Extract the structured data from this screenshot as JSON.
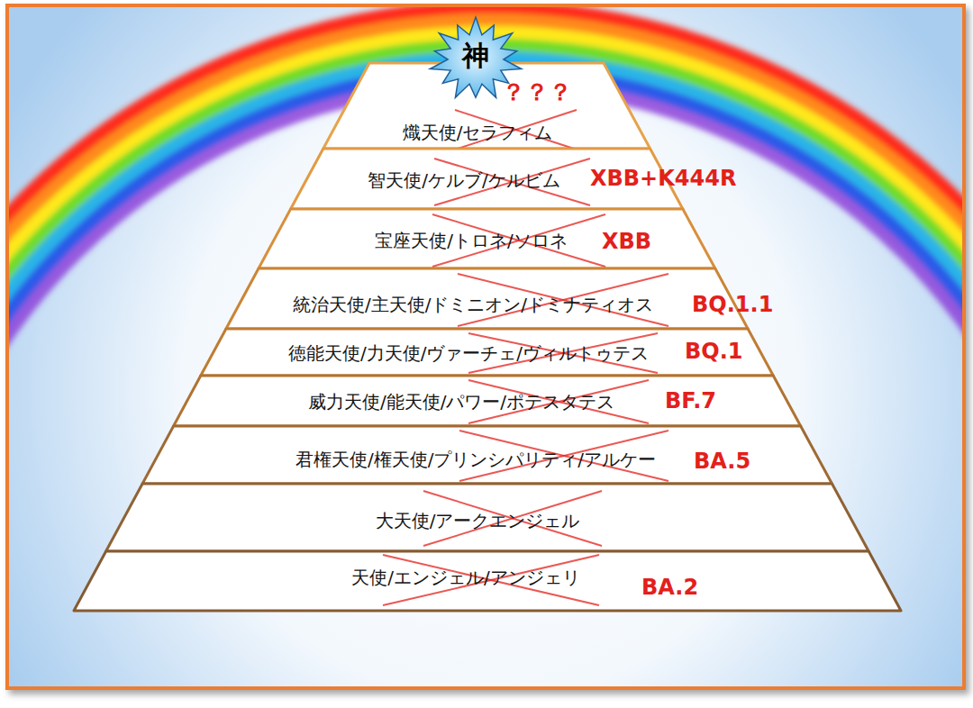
{
  "diagram": {
    "nodes": [
      {
        "text": [
          "神"
        ]
      },
      {
        "text": [
          "熾天使/セラフィム",
          "？？？"
        ]
      },
      {
        "text": [
          "智天使/ケルブ/ケルビム",
          "XBB+K444R"
        ]
      },
      {
        "text": [
          "宝座天使/トロネ/ソロネ",
          "XBB"
        ]
      },
      {
        "text": [
          "統治天使/主天使/ドミニオン/ドミナティオス",
          "BQ.1.1"
        ]
      },
      {
        "text": [
          "徳能天使/力天使/ヴァーチェ/ヴィルトゥテス",
          "BQ.1"
        ]
      },
      {
        "text": [
          "威力天使/能天使/パワー/ポテスタテス",
          "BF.7"
        ]
      },
      {
        "text": [
          "君権天使/権天使/プリンシパリティ/アルケー",
          "BA.5"
        ]
      },
      {
        "text": [
          "大天使/アークエンジェル"
        ]
      },
      {
        "text": [
          "天使/エンジェル/アンジェリ",
          "BA.2"
        ]
      }
    ]
  }
}
